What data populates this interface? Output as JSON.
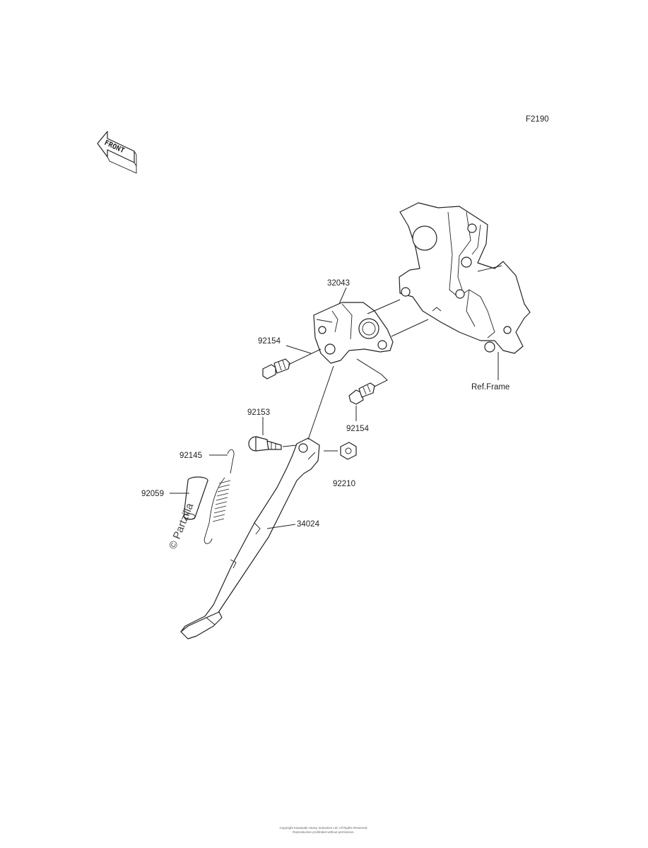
{
  "diagram": {
    "code": "F2190",
    "front_arrow": "FRONT",
    "ref_label": "Ref.Frame",
    "watermark": "© Partzilla",
    "callouts": [
      {
        "id": "c-32043",
        "label": "32043"
      },
      {
        "id": "c-92154-a",
        "label": "92154"
      },
      {
        "id": "c-92154-b",
        "label": "92154"
      },
      {
        "id": "c-92153",
        "label": "92153"
      },
      {
        "id": "c-92145",
        "label": "92145"
      },
      {
        "id": "c-92059",
        "label": "92059"
      },
      {
        "id": "c-92210",
        "label": "92210"
      },
      {
        "id": "c-34024",
        "label": "34024"
      }
    ],
    "footer_line1": "Copyright Kawasaki Heavy Industries Ltd. All Rights Reserved.",
    "footer_line2": "Reproduction prohibited without permission."
  }
}
